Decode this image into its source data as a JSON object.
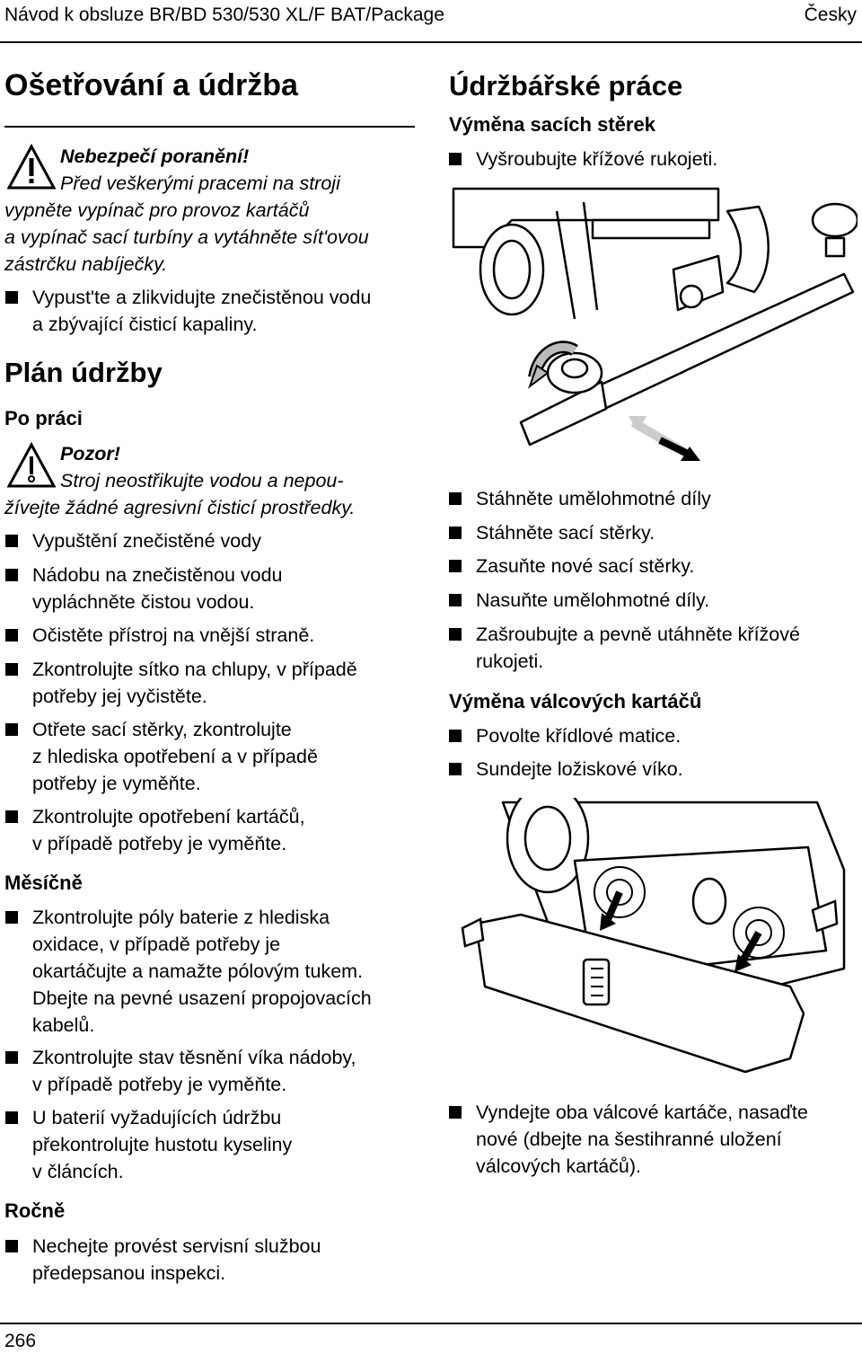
{
  "header": {
    "title": "Návod k obsluze BR/BD 530/530 XL/F BAT/Package",
    "language": "Česky"
  },
  "footer": {
    "page_number": "266"
  },
  "left": {
    "section_title": "Ošetřování a údržba",
    "danger": {
      "title": "Nebezpečí poranění!",
      "line1": "Před veškerými pracemi na stroji",
      "line2": "vypněte vypínač pro provoz kartáčů",
      "line3": "a vypínač sací turbíny a vytáhněte sít'ovou",
      "line4": "zástrčku nabíječky."
    },
    "drain_bullet": {
      "line1": "Vypust'te a zlikvidujte znečistěnou vodu",
      "line2": "a zbývající čisticí kapaliny."
    },
    "plan_title": "Plán údržby",
    "after_work": {
      "title": "Po práci",
      "caution_title": "Pozor!",
      "caution_line1": "Stroj neostřikujte vodou a nepou-",
      "caution_line2": "žívejte žádné agresivní čisticí prostředky.",
      "items": [
        {
          "line1": "Vypuštění znečistěné vody"
        },
        {
          "line1": "Nádobu na znečistěnou vodu",
          "line2": "vypláchněte čistou vodou."
        },
        {
          "line1": "Očistěte přístroj na vnější straně."
        },
        {
          "line1": "Zkontrolujte sítko na chlupy, v případě",
          "line2": "potřeby jej vyčistěte."
        },
        {
          "line1": "Otřete sací stěrky, zkontrolujte",
          "line2": "z hlediska opotřebení a v případě",
          "line3": "potřeby je vyměňte."
        },
        {
          "line1": "Zkontrolujte opotřebení kartáčů,",
          "line2": "v případě potřeby je vyměňte."
        }
      ]
    },
    "monthly": {
      "title": "Měsíčně",
      "items": [
        {
          "line1": "Zkontrolujte póly baterie z hlediska",
          "line2": "oxidace, v případě potřeby je",
          "line3": "okartáčujte a namažte pólovým tukem.",
          "line4": "Dbejte na pevné usazení propojovacích",
          "line5": "kabelů."
        },
        {
          "line1": "Zkontrolujte stav těsnění víka nádoby,",
          "line2": "v případě potřeby je vyměňte."
        },
        {
          "line1": "U baterií vyžadujících údržbu",
          "line2": "překontrolujte hustotu kyseliny",
          "line3": "v článcích."
        }
      ]
    },
    "yearly": {
      "title": "Ročně",
      "items": [
        {
          "line1": "Nechejte provést servisní službou",
          "line2": "předepsanou inspekci."
        }
      ]
    }
  },
  "right": {
    "section_title": "Údržbářské práce",
    "squeegee": {
      "title": "Výměna sacích stěrek",
      "first": "Vyšroubujte křížové rukojeti.",
      "items": [
        {
          "line1": "Stáhněte umělohmotné díly"
        },
        {
          "line1": "Stáhněte sací stěrky."
        },
        {
          "line1": "Zasuňte nové sací stěrky."
        },
        {
          "line1": "Nasuňte umělohmotné díly."
        },
        {
          "line1": "Zašroubujte a pevně utáhněte křížové",
          "line2": "rukojeti."
        }
      ]
    },
    "brushes": {
      "title": "Výměna válcových kartáčů",
      "items": [
        {
          "line1": "Povolte křídlové matice."
        },
        {
          "line1": "Sundejte ložiskové víko."
        }
      ],
      "last": {
        "line1": "Vyndejte oba válcové kartáče, nasaďte",
        "line2": "nové (dbejte na šestihranné uložení",
        "line3": "válcových kartáčů)."
      }
    }
  }
}
